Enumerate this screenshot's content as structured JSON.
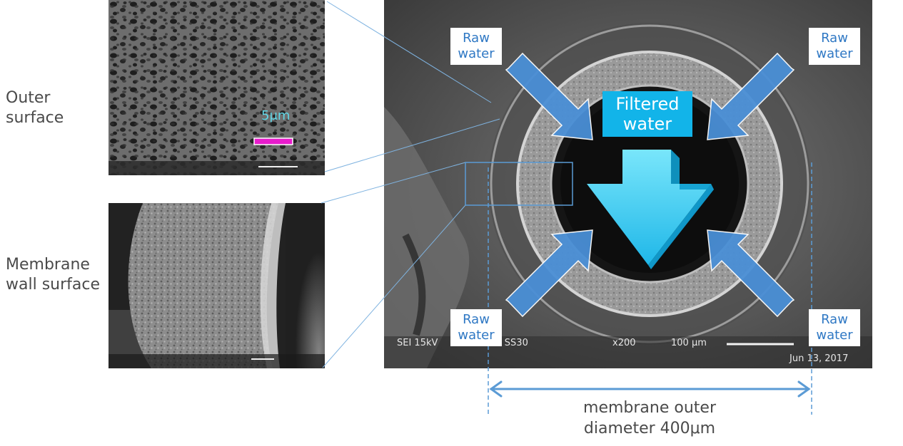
{
  "labels": {
    "outer_surface": "Outer surface",
    "membrane_wall_surface": "Membrane wall surface",
    "scale_bar": "5μm"
  },
  "callouts": {
    "raw_water": "Raw water",
    "filtered_water": "Filtered water"
  },
  "sem_meta": {
    "main_left": "SEI  15kV",
    "main_mid": "m  SS30",
    "main_mag": "x200",
    "main_scale": "100 μm",
    "main_date": "Jun 13, 2017"
  },
  "dimension": {
    "line1": "membrane outer",
    "line2": "diameter 400μm"
  },
  "colors": {
    "arrow_blue": "#4a8fd6",
    "filtered_cyan": "#12b4e9",
    "scale_bar_magenta": "#e81ccc",
    "dimension_blue": "#5b9bd5"
  }
}
